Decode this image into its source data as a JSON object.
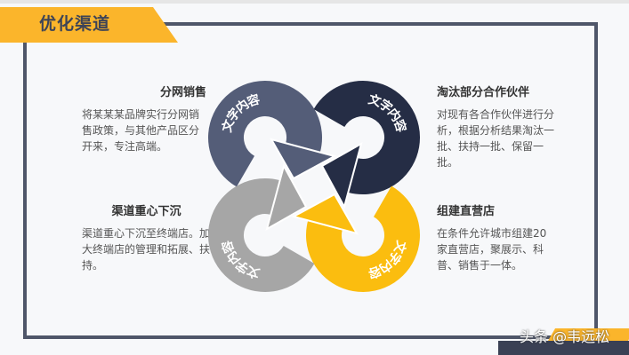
{
  "title": "优化渠道",
  "colors": {
    "accent": "#fbb52b",
    "frame": "#4f5669",
    "q1": "#545d78",
    "q2": "#252d45",
    "q3": "#a6a6a6",
    "q4": "#fbbd0f"
  },
  "diagram": {
    "labels": [
      "文字内容",
      "文字内容",
      "文字内容",
      "文字内容"
    ]
  },
  "blocks": [
    {
      "heading": "分网销售",
      "body": "将某某某品牌实行分网销售政策，与其他产品区分开来，专注高端。"
    },
    {
      "heading": "淘汰部分合作伙伴",
      "body": "对现有各合作伙伴进行分析，根据分析结果淘汰一批、扶持一批、保留一批。"
    },
    {
      "heading": "渠道重心下沉",
      "body": "渠道重心下沉至终端店。加大终端店的管理和拓展、扶持。"
    },
    {
      "heading": "组建直营店",
      "body": "在条件允许城市组建20家直营店，聚展示、科普、销售于一体。"
    }
  ],
  "watermark": "头条 @韦远松"
}
